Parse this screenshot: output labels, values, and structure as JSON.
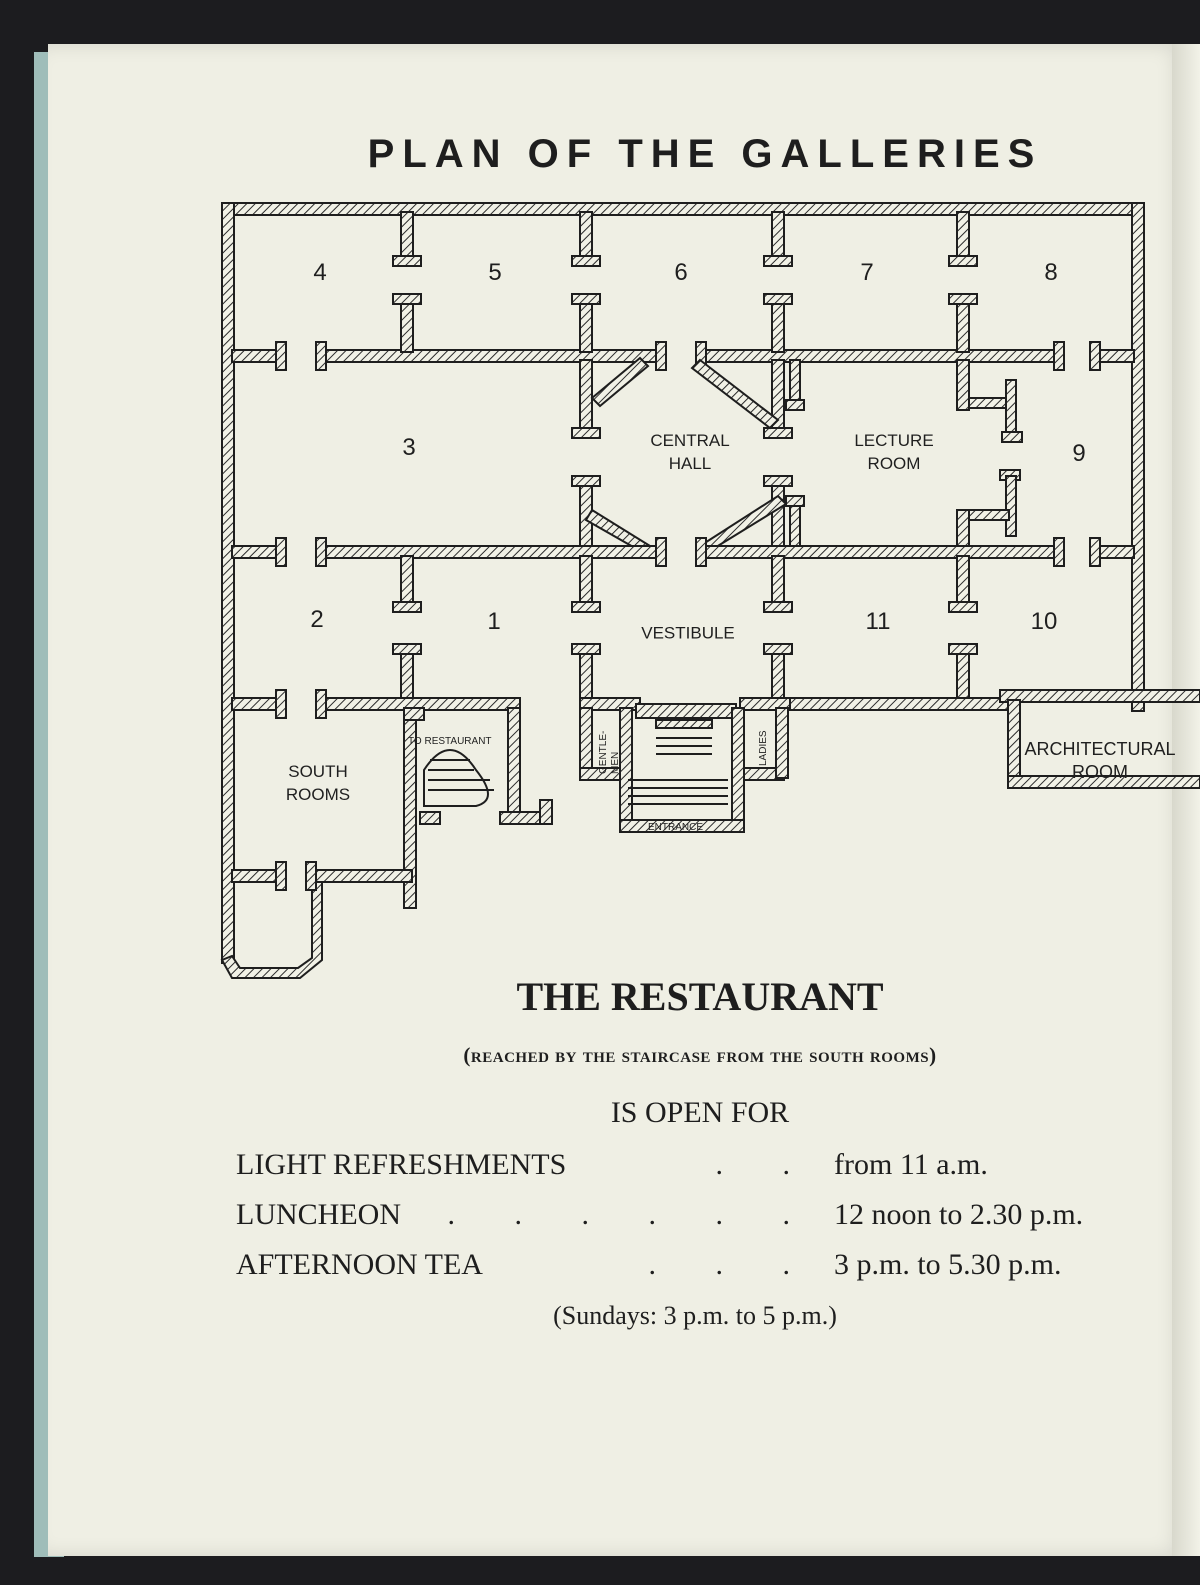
{
  "plan": {
    "title": "PLAN OF THE GALLERIES",
    "rooms": {
      "g1": "1",
      "g2": "2",
      "g3": "3",
      "g4": "4",
      "g5": "5",
      "g6": "6",
      "g7": "7",
      "g8": "8",
      "g9": "9",
      "g10": "10",
      "g11": "11"
    },
    "labels": {
      "central_hall": "CENTRAL HALL",
      "lecture_room": "LECTURE ROOM",
      "vestibule": "VESTIBULE",
      "south_rooms": "SOUTH ROOMS",
      "architectural_room": "ARCHITECTURAL ROOM",
      "to_restaurant": "TO RESTAURANT",
      "gentlemen": "GENTLE- MEN",
      "ladies": "LADIES",
      "entrance": "ENTRANCE"
    }
  },
  "restaurant": {
    "title": "THE RESTAURANT",
    "note": "(reached by the staircase from the south rooms)",
    "open_for": "IS OPEN FOR",
    "hours": [
      {
        "meal": "LIGHT REFRESHMENTS",
        "dots": ". .",
        "time": "from 11 a.m."
      },
      {
        "meal": "LUNCHEON",
        "dots": ". . . . . .",
        "time": "12 noon to 2.30 p.m."
      },
      {
        "meal": "AFTERNOON TEA",
        "dots": ". . .",
        "time": "3 p.m. to 5.30 p.m."
      }
    ],
    "sundays": "(Sundays: 3 p.m. to 5 p.m.)"
  }
}
